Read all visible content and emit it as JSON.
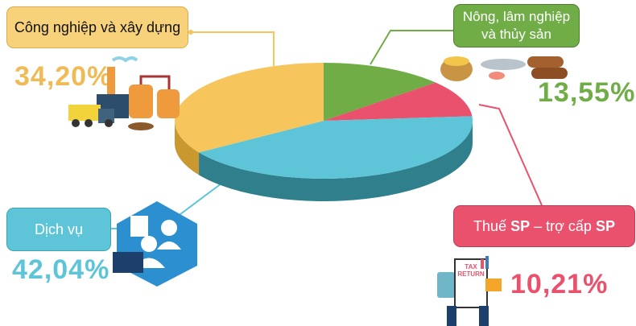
{
  "chart_data": {
    "type": "pie",
    "title": "",
    "start": "top",
    "direction": "clockwise",
    "slices": [
      {
        "label": "Nông, lâm nghiệp và thủy sản",
        "label_lines": [
          "Nông, lâm nghiệp",
          "và thủy sản"
        ],
        "value": 13.55,
        "value_label": "13,55%",
        "color": "#70ad47",
        "side": "#4f8032"
      },
      {
        "label": "Thuế SP – trợ cấp SP",
        "label_parts": [
          "Thuế ",
          "SP",
          " – trợ cấp ",
          "SP"
        ],
        "value": 10.21,
        "value_label": "10,21%",
        "color": "#e9516c",
        "side": "#b53449"
      },
      {
        "label": "Dịch vụ",
        "value": 42.04,
        "value_label": "42,04%",
        "color": "#5ec5d8",
        "side": "#2f7f8c"
      },
      {
        "label": "Công nghiệp và xây dựng",
        "value": 34.2,
        "value_label": "34,20%",
        "color": "#f6c55c",
        "side": "#c9982f"
      }
    ]
  },
  "icons": {
    "industry": "factory-truck-icon",
    "agriculture": "grain-fish-wood-icon",
    "services": "call-center-icon",
    "tax": "tax-return-icon",
    "tax_text": [
      "TAX",
      "RETURN"
    ]
  }
}
